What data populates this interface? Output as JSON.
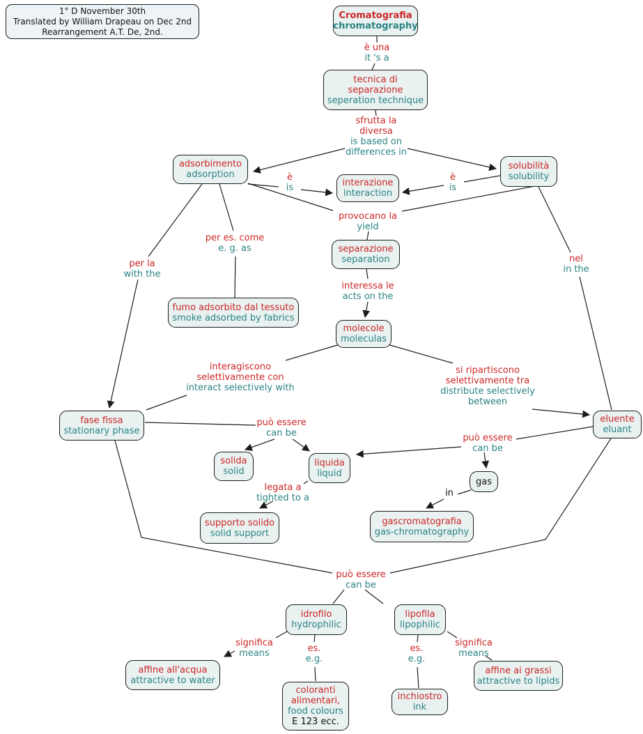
{
  "colors": {
    "italian_text": "#cc2626",
    "english_text": "#2a8383",
    "node_fill": "#e9f1f1",
    "line": "#1c1c1c"
  },
  "note": {
    "lines": [
      "1° D November 30th",
      "Translated by William Drapeau on Dec 2nd",
      "Rearrangement A.T. De, 2nd."
    ]
  },
  "nodes": {
    "cromatografia": {
      "it": "Cromatografia",
      "en": "chromatography"
    },
    "tecnica": {
      "it": "tecnica di separazione",
      "en": "seperation technique"
    },
    "adsorbimento": {
      "it": "adsorbimento",
      "en": "adsorption"
    },
    "interazione": {
      "it": "interazione",
      "en": "interaction"
    },
    "solubilita": {
      "it": "solubilità",
      "en": "solubility"
    },
    "separazione": {
      "it": "separazione",
      "en": "separation"
    },
    "molecole": {
      "it": "molecole",
      "en": "moleculas"
    },
    "fumo": {
      "it": "fumo adsorbito dal tessuto",
      "en": "smoke adsorbed by fabrics"
    },
    "fase_fissa": {
      "it": "fase fissa",
      "en": "stationary phase"
    },
    "eluente": {
      "it": "eluente",
      "en": "eluant"
    },
    "solida": {
      "it": "solida",
      "en": "solid"
    },
    "liquida": {
      "it": "liquida",
      "en": "liquid"
    },
    "gas": {
      "text": "gas"
    },
    "supporto": {
      "it": "supporto solido",
      "en": "solid support"
    },
    "gascromatografia": {
      "it": "gascromatografia",
      "en": "gas-chromatography"
    },
    "idrofilo": {
      "it": "idrofilo",
      "en": "hydrophilic"
    },
    "lipofila": {
      "it": "lipofila",
      "en": "lipophilic"
    },
    "affine_acqua": {
      "it": "affine all'acqua",
      "en": "attractive to water"
    },
    "affine_grassi": {
      "it": "affine ai grassi",
      "en": "attractive to lipids"
    },
    "coloranti": {
      "it": "coloranti alimentari,",
      "en": "food colours",
      "extra": "E 123 ecc."
    },
    "inchiostro": {
      "it": "inchiostro",
      "en": "ink"
    }
  },
  "labels": {
    "e_una": {
      "it": "è una",
      "en": "it 's a"
    },
    "sfrutta": {
      "it": "sfrutta la diversa",
      "en": "is based on differences in"
    },
    "e_is_left": {
      "it": "è",
      "en": "is"
    },
    "e_is_right": {
      "it": "è",
      "en": "is"
    },
    "provocano": {
      "it": "provocano la",
      "en": "yield"
    },
    "per_es": {
      "it": "per es. come",
      "en": "e. g. as"
    },
    "per_la": {
      "it": "per la",
      "en": "with the"
    },
    "interessa": {
      "it": "interessa le",
      "en": "acts on the"
    },
    "nel": {
      "it": "nel",
      "en": "in the"
    },
    "interagiscono": {
      "it": "interagiscono selettivamente con",
      "en": "interact selectively with"
    },
    "si_ripartiscono": {
      "it": "si ripartiscono selettivamente tra",
      "en": "distribute selectively between"
    },
    "puo_left": {
      "it": "può essere",
      "en": "can be"
    },
    "puo_right": {
      "it": "può essere",
      "en": "can be"
    },
    "legata": {
      "it": "legata a",
      "en": "tighted to a"
    },
    "in_link": {
      "text": "in"
    },
    "puo_bottom": {
      "it": "può essere",
      "en": "can be"
    },
    "significa_left": {
      "it": "significa",
      "en": "means"
    },
    "es_left": {
      "it": "es.",
      "en": "e.g."
    },
    "es_right": {
      "it": "es.",
      "en": "e.g."
    },
    "significa_right": {
      "it": "significa",
      "en": "means"
    }
  }
}
